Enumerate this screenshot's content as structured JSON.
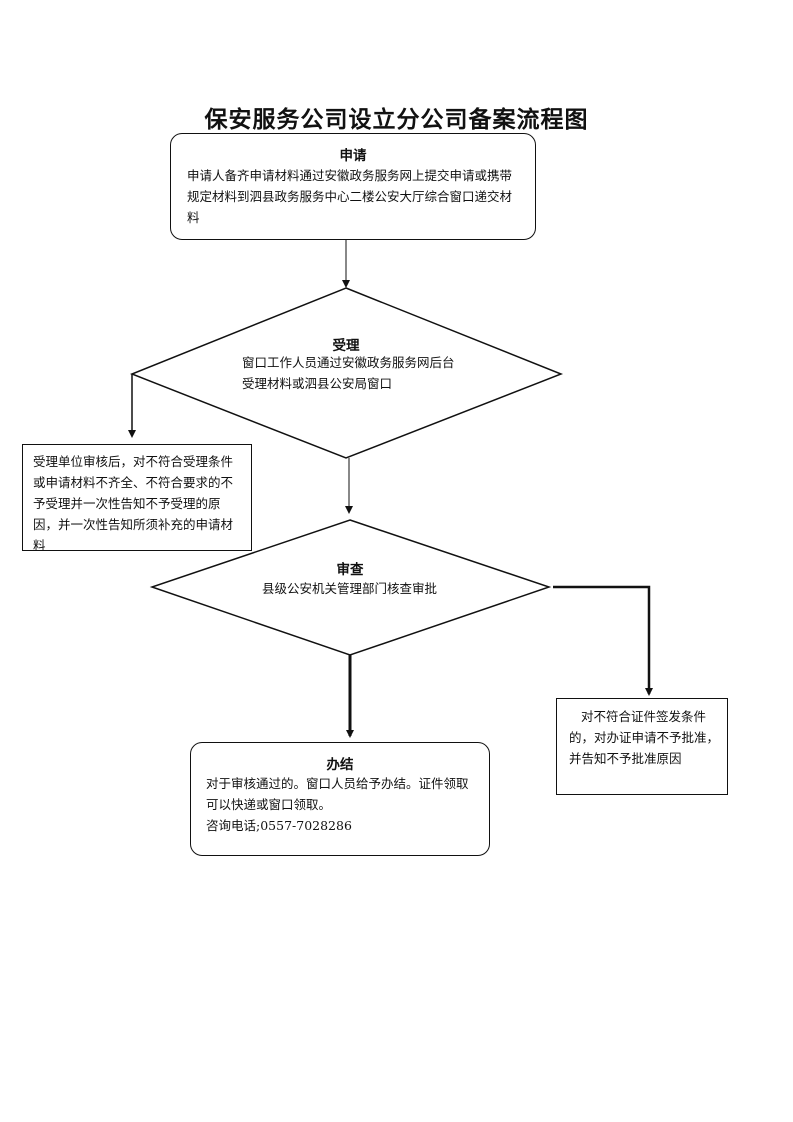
{
  "title": "保安服务公司设立分公司备案流程图",
  "apply": {
    "heading": "申请",
    "text": "申请人备齐申请材料通过安徽政务服务网上提交申请或携带规定材料到泗县政务服务中心二楼公安大厅综合窗口递交材料"
  },
  "accept": {
    "heading": "受理",
    "text": "窗口工作人员通过安徽政务服务网后台受理材料或泗县公安局窗口"
  },
  "reject_accept": {
    "text": "受理单位审核后，对不符合受理条件或申请材料不齐全、不符合要求的不予受理并一次性告知不予受理的原因，并一次性告知所须补充的申请材料"
  },
  "review": {
    "heading": "审查",
    "text": "县级公安机关管理部门核查审批"
  },
  "reject_review": {
    "text": "对不符合证件签发条件的，对办证申请不予批准，并告知不予批准原因"
  },
  "finish": {
    "heading": "办结",
    "text": "对于审核通过的。窗口人员给予办结。证件领取可以快递或窗口领取。",
    "phone": "咨询电话;0557-7028286"
  }
}
